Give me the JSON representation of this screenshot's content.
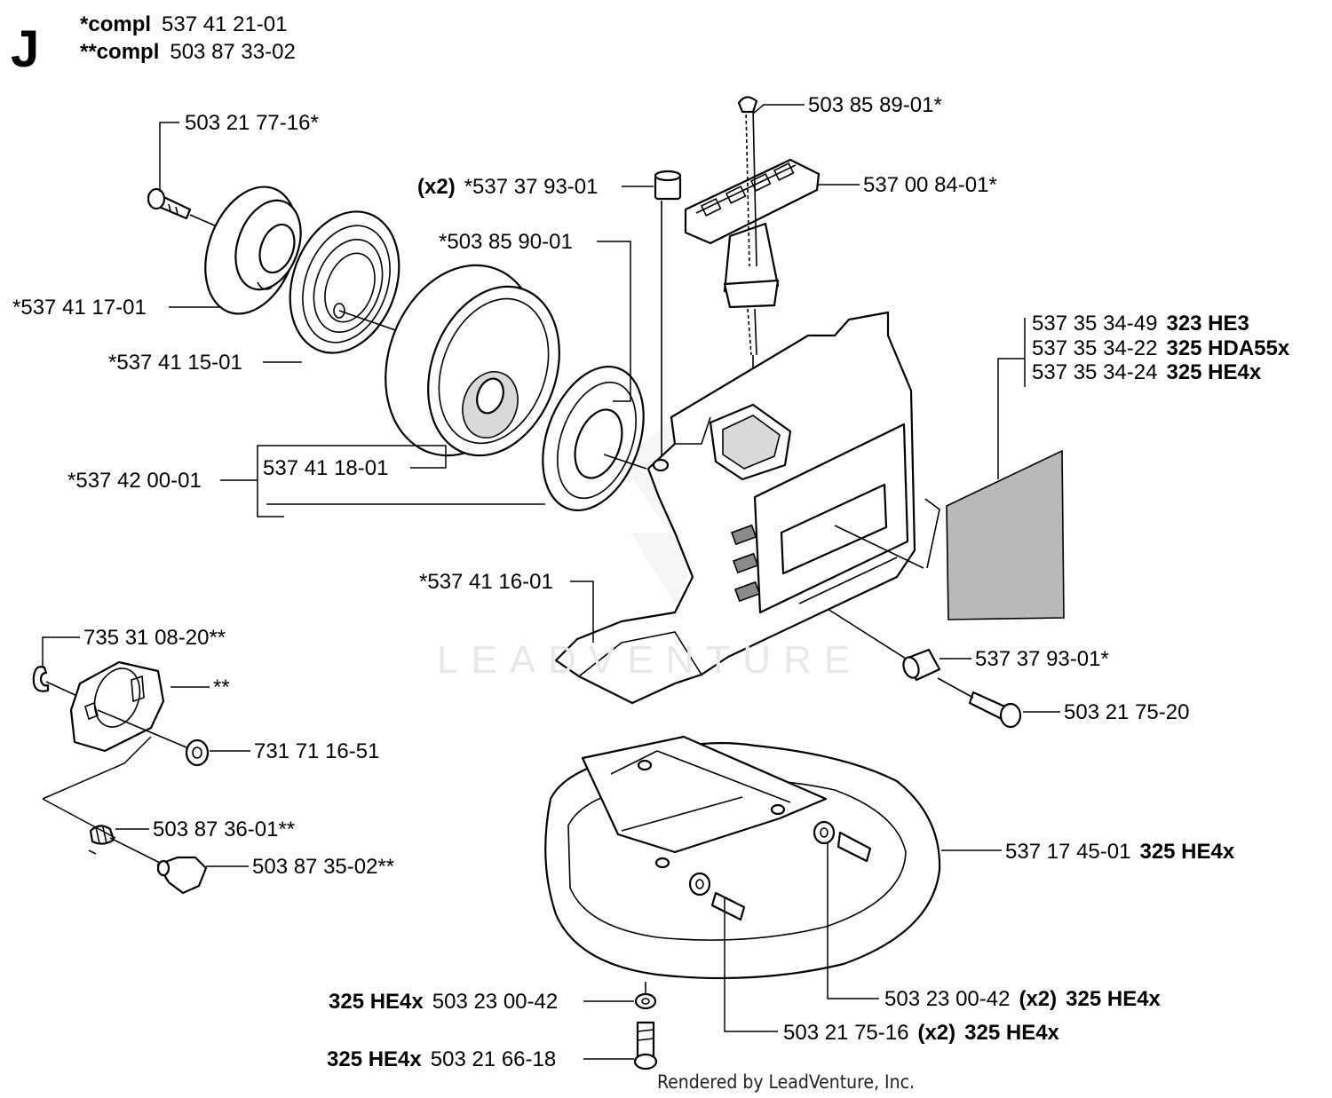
{
  "header": {
    "section_letter": "J",
    "compl_1_prefix": "*compl",
    "compl_1_number": "537 41 21-01",
    "compl_2_prefix": "**compl",
    "compl_2_number": "503 87 33-02"
  },
  "callouts": {
    "c01": "503 21 77-16*",
    "c02": "*537 41 17-01",
    "c03": "*537 41 15-01",
    "c04": "*537 42 00-01",
    "c05": "537 41 18-01",
    "c06_prefix": "(x2)",
    "c06": "*537 37 93-01",
    "c07": "*503 85 90-01",
    "c08": "503 85 89-01*",
    "c09": "537 00 84-01*",
    "c10": "537 35 34-49",
    "c10_model": "323 HE3",
    "c11": "537 35 34-22",
    "c11_model": "325 HDA55x",
    "c12": "537 35 34-24",
    "c12_model": "325 HE4x",
    "c13": "*537 41 16-01",
    "c14": "735 31 08-20**",
    "c15": "**",
    "c16": "731 71 16-51",
    "c17": "537 37 93-01*",
    "c18": "503 21 75-20",
    "c19": "503 87 36-01**",
    "c20": "503 87 35-02**",
    "c21": "537 17 45-01",
    "c21_model": "325 HE4x",
    "c22_model": "325 HE4x",
    "c22": "503 23 00-42",
    "c23": "503 23 00-42",
    "c23_qty": "(x2)",
    "c23_model": "325 HE4x",
    "c24": "503 21 75-16",
    "c24_qty": "(x2)",
    "c24_model": "325 HE4x",
    "c25_model": "325 HE4x",
    "c25": "503 21 66-18"
  },
  "footer": {
    "rendered_by": "Rendered by LeadVenture, Inc."
  }
}
